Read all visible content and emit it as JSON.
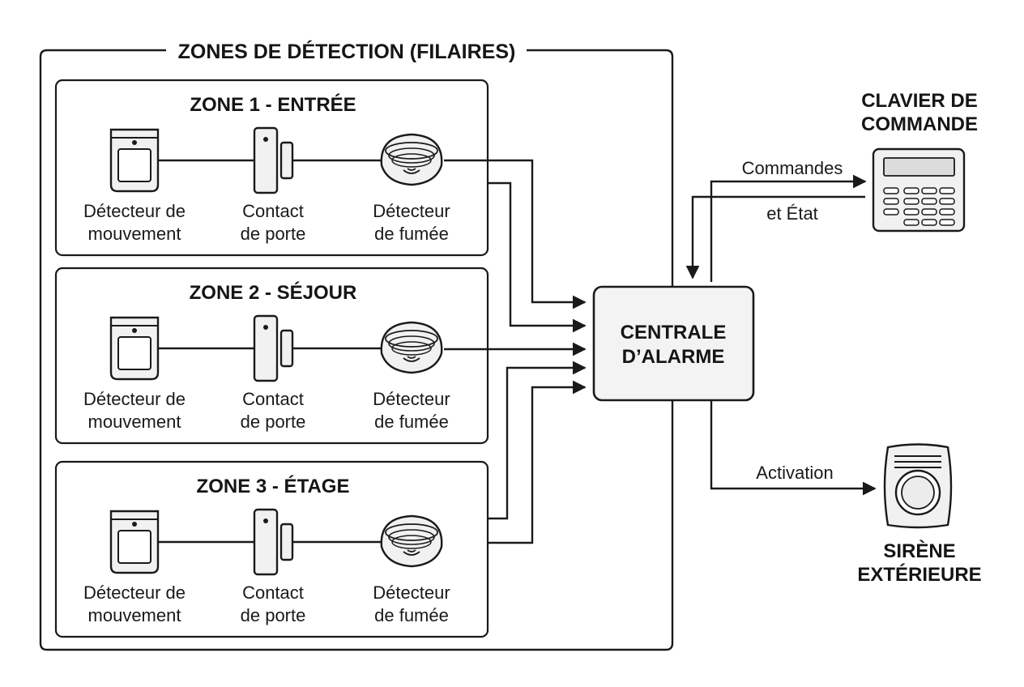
{
  "group": {
    "title": "ZONES DE DÉTECTION (FILAIRES)"
  },
  "zones": [
    {
      "title": "ZONE 1 - ENTRÉE",
      "devices": [
        {
          "icon": "motion-detector-icon",
          "lines": [
            "Détecteur de",
            "mouvement"
          ]
        },
        {
          "icon": "door-contact-icon",
          "lines": [
            "Contact",
            "de porte"
          ]
        },
        {
          "icon": "smoke-detector-icon",
          "lines": [
            "Détecteur",
            "de fumée"
          ]
        }
      ]
    },
    {
      "title": "ZONE 2 - SÉJOUR",
      "devices": [
        {
          "icon": "motion-detector-icon",
          "lines": [
            "Détecteur de",
            "mouvement"
          ]
        },
        {
          "icon": "door-contact-icon",
          "lines": [
            "Contact",
            "de porte"
          ]
        },
        {
          "icon": "smoke-detector-icon",
          "lines": [
            "Détecteur",
            "de fumée"
          ]
        }
      ]
    },
    {
      "title": "ZONE 3 - ÉTAGE",
      "devices": [
        {
          "icon": "motion-detector-icon",
          "lines": [
            "Détecteur de",
            "mouvement"
          ]
        },
        {
          "icon": "door-contact-icon",
          "lines": [
            "Contact",
            "de porte"
          ]
        },
        {
          "icon": "smoke-detector-icon",
          "lines": [
            "Détecteur",
            "de fumée"
          ]
        }
      ]
    }
  ],
  "panel": {
    "lines": [
      "CENTRALE",
      "D’ALARME"
    ]
  },
  "keypad": {
    "lines": [
      "CLAVIER DE",
      "COMMANDE"
    ],
    "icon": "keypad-icon"
  },
  "siren": {
    "lines": [
      "SIRÈNE",
      "EXTÉRIEURE"
    ],
    "icon": "siren-icon"
  },
  "edges": {
    "commands": "Commandes",
    "status": "et État",
    "activation": "Activation"
  },
  "colors": {
    "line": "#1a1a1a",
    "panel_fill": "#f3f3f3",
    "device_fill": "#f1f1f1"
  }
}
